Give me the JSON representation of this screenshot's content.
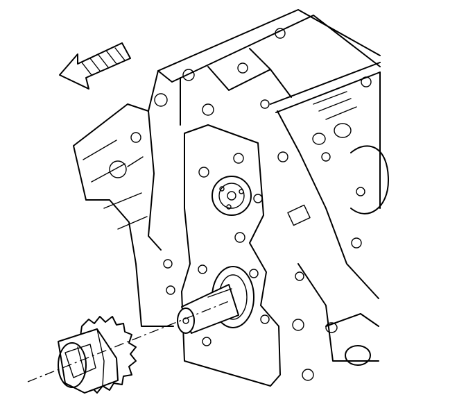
{
  "figure": {
    "kind": "technical line drawing",
    "colors": {
      "ink": "#000000",
      "paper": "#ffffff"
    },
    "parts": [
      {
        "id": "direction-arrow",
        "icon": "arrow-left-icon"
      },
      {
        "id": "engine-block"
      },
      {
        "id": "front-cover-plate"
      },
      {
        "id": "crankshaft-nose"
      },
      {
        "id": "crankshaft-sprocket"
      },
      {
        "id": "centerline"
      }
    ]
  }
}
